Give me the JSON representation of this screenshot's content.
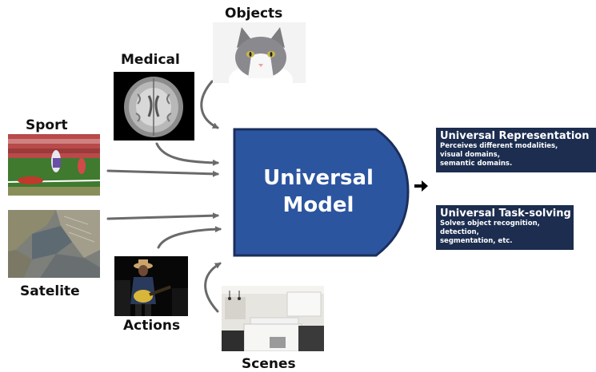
{
  "inputs": {
    "objects": "Objects",
    "medical": "Medical",
    "sport": "Sport",
    "satelite": "Satelite",
    "actions": "Actions",
    "scenes": "Scenes"
  },
  "model": {
    "line1": "Universal",
    "line2": "Model"
  },
  "outputs": {
    "representation": {
      "title": "Universal Representation",
      "lines": [
        "Perceives different modalities,",
        "visual domains,",
        "semantic domains."
      ]
    },
    "task_solving": {
      "title": "Universal Task-solving",
      "lines": [
        "Solves object recognition,",
        "detection,",
        "segmentation, etc."
      ]
    }
  },
  "colors": {
    "model_fill": "#2c55a0",
    "model_stroke": "#1a2f5c",
    "arrow": "#6a6a6a",
    "output_box": "#1c2d4f"
  },
  "icons": [
    "arrow-right-icon"
  ]
}
